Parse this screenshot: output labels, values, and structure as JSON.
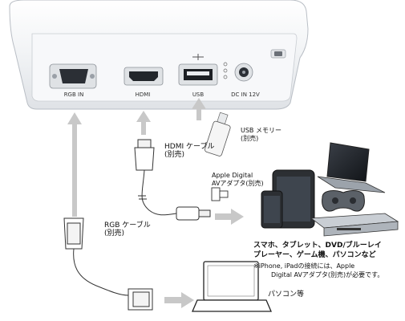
{
  "ports": {
    "rgb": "RGB IN",
    "hdmi": "HDMI",
    "usb": "USB",
    "dc": "DC IN 12V"
  },
  "labels": {
    "usb_memory": [
      "USB メモリー",
      "(別売)"
    ],
    "hdmi_cable": [
      "HDMI ケーブル",
      "(別売)"
    ],
    "apple_adapter": [
      "Apple Digital",
      "AVアダプタ(別売)"
    ],
    "rgb_cable": [
      "RGB ケーブル",
      "(別売)"
    ],
    "pc": "パソコン等"
  },
  "caption": {
    "line1": "スマホ、タブレット、DVD/ブルーレイ",
    "line2": "プレーヤー、ゲーム機、パソコンなど"
  },
  "note": {
    "line1": "※iPhone, iPadの接続には、Apple",
    "line2": "Digital AVアダプタ(別売)が必要です。"
  },
  "colors": {
    "arrow": "#c8c8c8",
    "device_body": "#f4f6f8",
    "device_panel": "#e6e8eb"
  }
}
